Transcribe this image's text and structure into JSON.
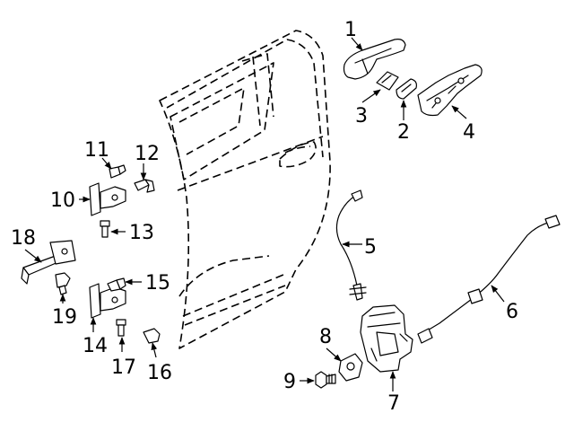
{
  "callouts": [
    {
      "id": "c1",
      "label": "1"
    },
    {
      "id": "c2",
      "label": "2"
    },
    {
      "id": "c3",
      "label": "3"
    },
    {
      "id": "c4",
      "label": "4"
    },
    {
      "id": "c5",
      "label": "5"
    },
    {
      "id": "c6",
      "label": "6"
    },
    {
      "id": "c7",
      "label": "7"
    },
    {
      "id": "c8",
      "label": "8"
    },
    {
      "id": "c9",
      "label": "9"
    },
    {
      "id": "c10",
      "label": "10"
    },
    {
      "id": "c11",
      "label": "11"
    },
    {
      "id": "c12",
      "label": "12"
    },
    {
      "id": "c13",
      "label": "13"
    },
    {
      "id": "c14",
      "label": "14"
    },
    {
      "id": "c15",
      "label": "15"
    },
    {
      "id": "c16",
      "label": "16"
    },
    {
      "id": "c17",
      "label": "17"
    },
    {
      "id": "c18",
      "label": "18"
    },
    {
      "id": "c19",
      "label": "19"
    }
  ]
}
